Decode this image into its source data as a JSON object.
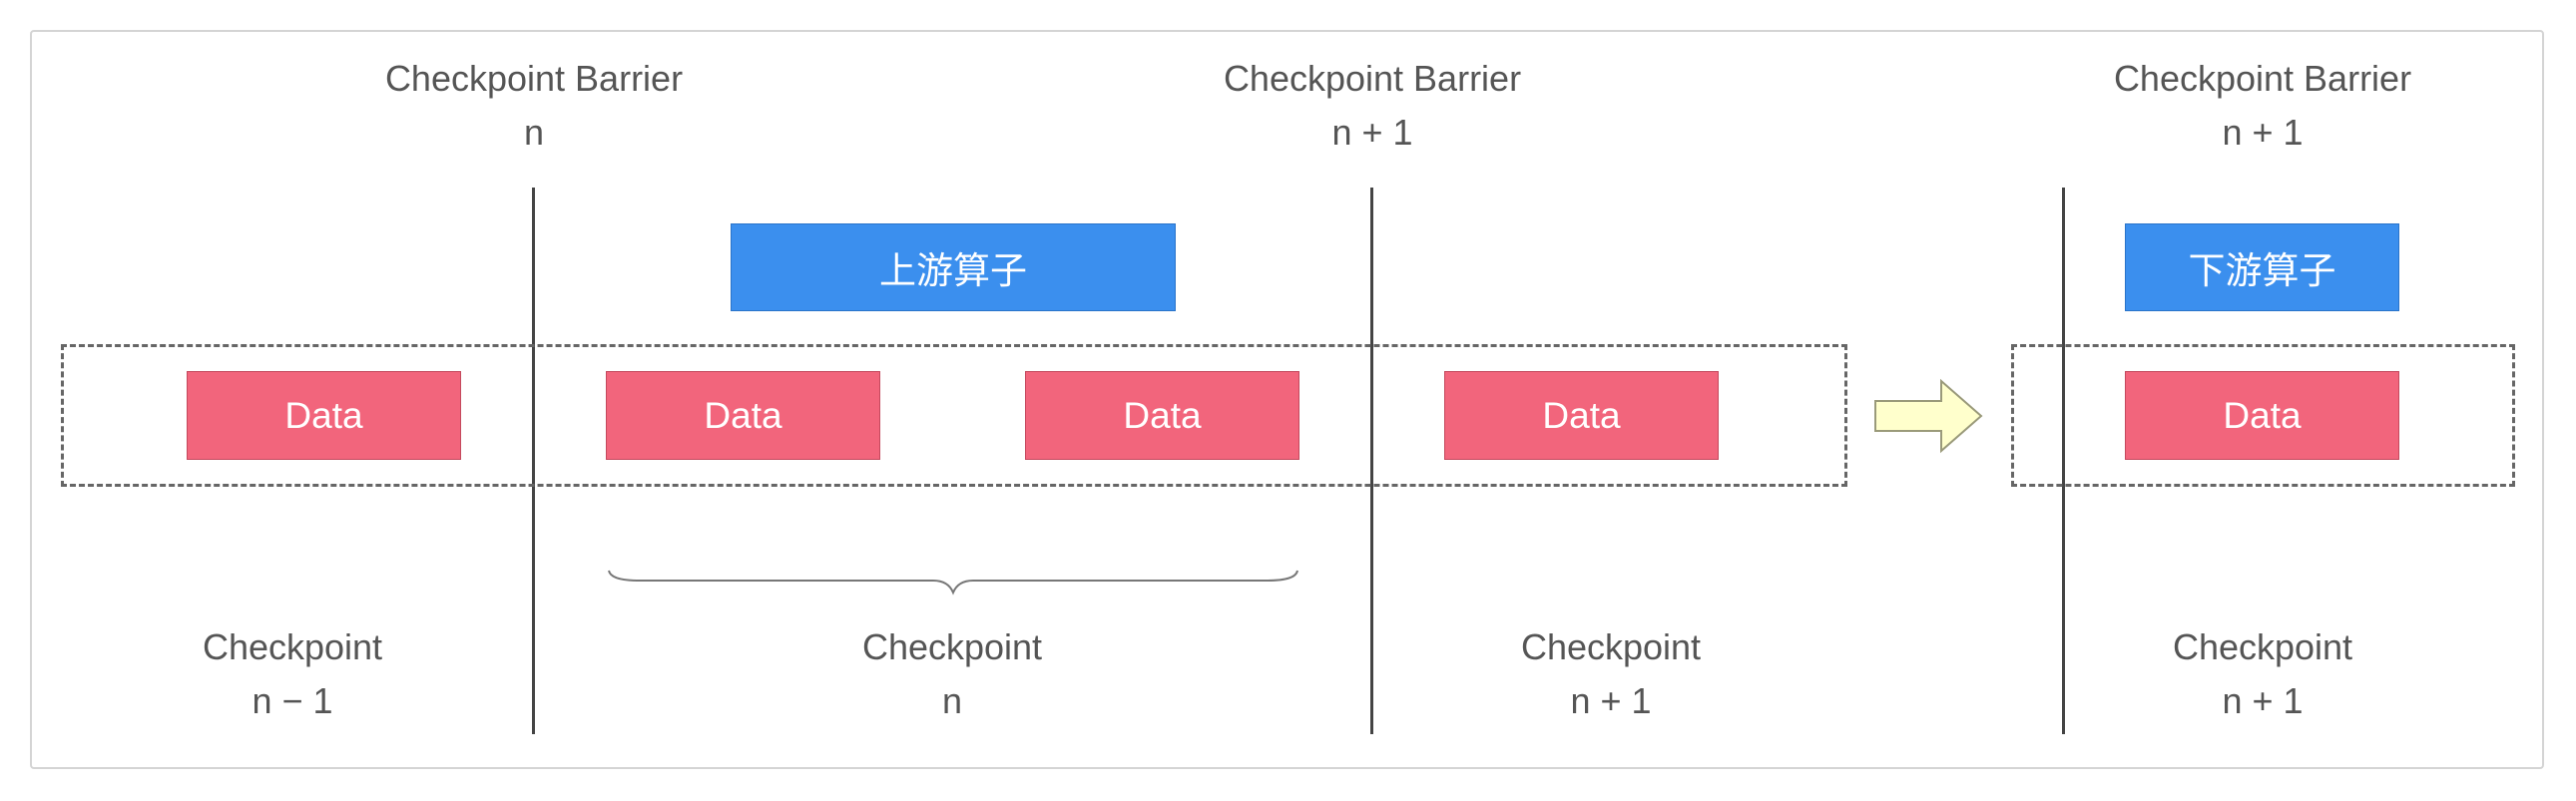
{
  "barriers": [
    {
      "title": "Checkpoint Barrier",
      "value": "n"
    },
    {
      "title": "Checkpoint Barrier",
      "value": "n + 1"
    },
    {
      "title": "Checkpoint Barrier",
      "value": "n + 1"
    }
  ],
  "operators": {
    "upstream": "上游算子",
    "downstream": "下游算子"
  },
  "data_label": "Data",
  "checkpoints": [
    {
      "title": "Checkpoint",
      "value": "n − 1"
    },
    {
      "title": "Checkpoint",
      "value": "n"
    },
    {
      "title": "Checkpoint",
      "value": "n + 1"
    },
    {
      "title": "Checkpoint",
      "value": "n + 1"
    }
  ],
  "colors": {
    "data": "#f2657c",
    "operator": "#3b8fee",
    "arrow": "#ffffcc"
  }
}
